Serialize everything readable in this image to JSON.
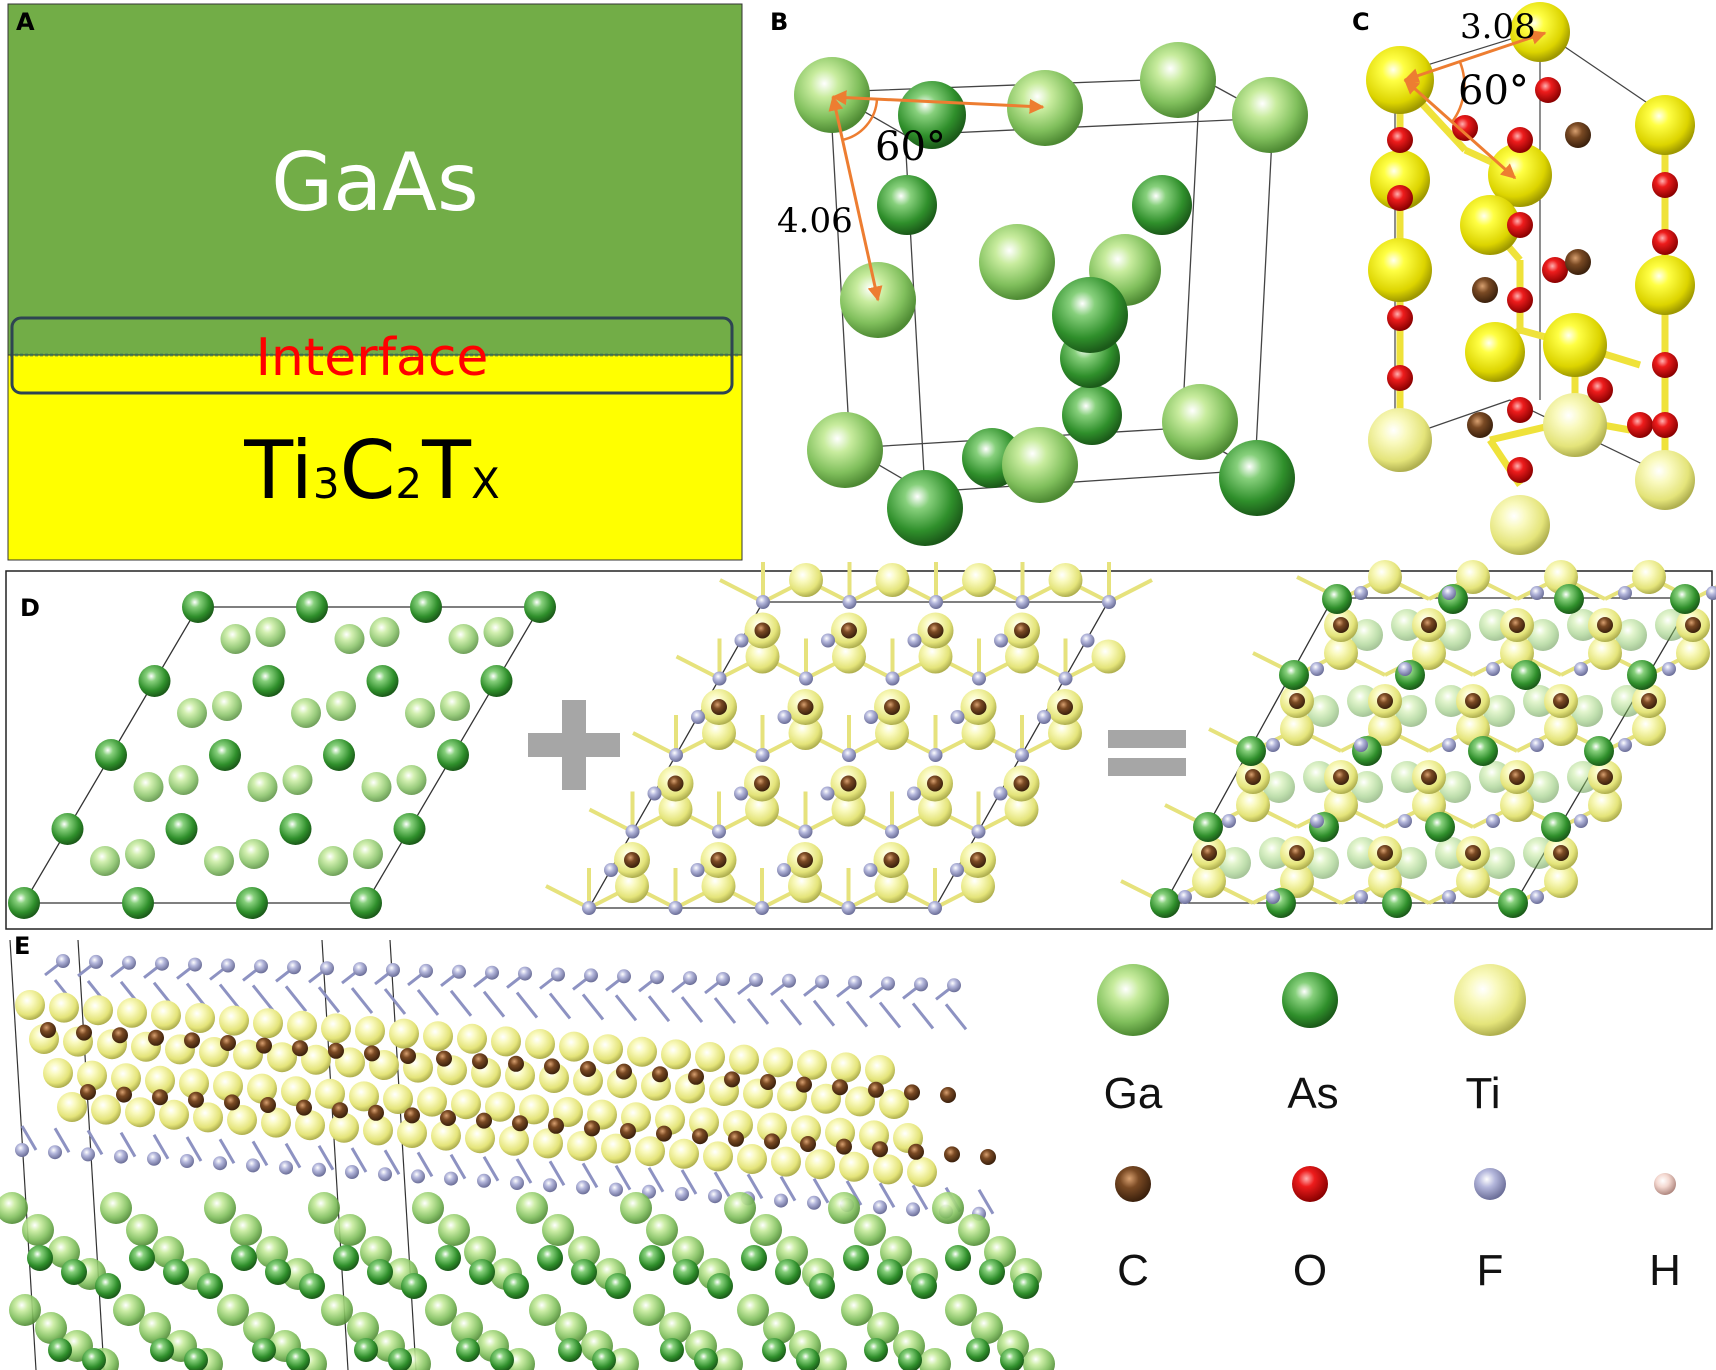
{
  "panels": {
    "a": "A",
    "b": "B",
    "c": "C",
    "d": "D",
    "e": "E"
  },
  "panel_a": {
    "top_material": "GaAs",
    "interface": "Interface",
    "bottom_material": {
      "base1": "Ti",
      "sub1": "3",
      "base2": "C",
      "sub2": "2",
      "base3": "T",
      "sub3": "X"
    },
    "colors": {
      "top": "#72ad47",
      "bottom": "#ffff00",
      "interface_text": "#ff0000",
      "interface_box": "#2e4452"
    }
  },
  "panel_b": {
    "angle": "60°",
    "distance": "4.06"
  },
  "panel_c": {
    "angle": "60°",
    "distance": "3.08"
  },
  "panel_d": {
    "plus": "+",
    "equals": "="
  },
  "legend": [
    {
      "label": "Ga",
      "color": "#8fce6a"
    },
    {
      "label": "As",
      "color": "#3f9f36"
    },
    {
      "label": "Ti",
      "color": "#efef82"
    },
    {
      "label": "C",
      "color": "#6e4422"
    },
    {
      "label": "O",
      "color": "#dd1111"
    },
    {
      "label": "F",
      "color": "#a8abd0"
    },
    {
      "label": "H",
      "color": "#f0cfc7"
    }
  ],
  "colors": {
    "arrow": "#ed7d31",
    "bond": "#f0e060"
  }
}
